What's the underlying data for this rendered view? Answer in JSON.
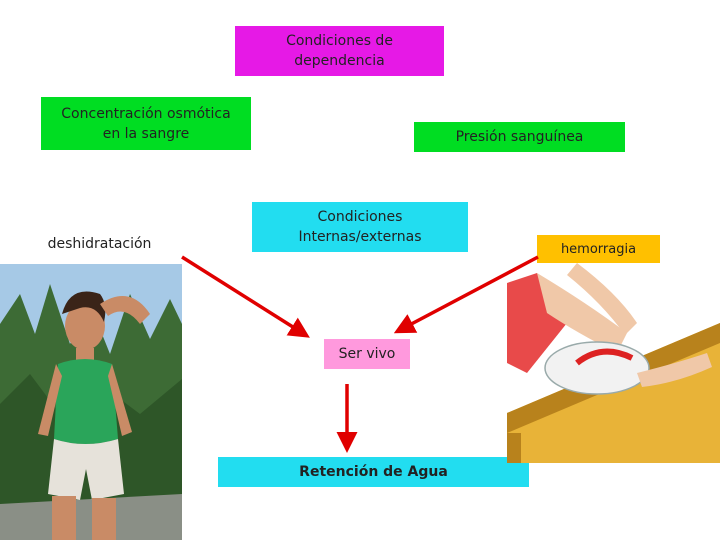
{
  "nodes": {
    "dependencia": {
      "label": "Condiciones de\ndependencia",
      "color": "#e619e6"
    },
    "osmotica": {
      "label": "Concentración osmótica\nen la sangre",
      "color": "#00dd22"
    },
    "presion": {
      "label": "Presión sanguínea",
      "color": "#00dd22"
    },
    "condiciones": {
      "label": "Condiciones\nInternas/externas",
      "color": "#22ddf0"
    },
    "deshidratacion": {
      "label": "deshidratación",
      "color": "#ffffff"
    },
    "hemorragia": {
      "label": "hemorragia",
      "color": "#ffc000"
    },
    "ser_vivo": {
      "label": "Ser vivo",
      "color": "#ff99dd"
    },
    "retencion": {
      "label": "Retención de Agua",
      "color": "#22ddf0"
    }
  },
  "images": {
    "runner": "woman-runner-photo",
    "hemorrhage": "bleeding-arm-bandage-illustration"
  },
  "arrow_color": "#e00000"
}
